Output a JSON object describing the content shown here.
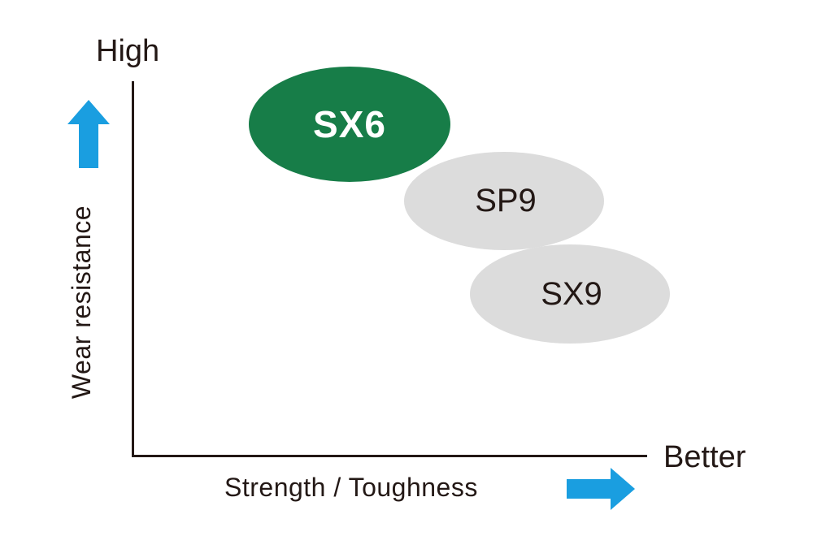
{
  "y_axis": {
    "top_label": "High",
    "title": "Wear resistance"
  },
  "x_axis": {
    "end_label": "Better",
    "title": "Strength / Toughness"
  },
  "grades": [
    {
      "name": "SX6",
      "color": "#177d48",
      "text_color": "#ffffff"
    },
    {
      "name": "SP9",
      "color": "#dcdcdc",
      "text_color": "#231815"
    },
    {
      "name": "SX9",
      "color": "#dcdcdc",
      "text_color": "#231815"
    }
  ],
  "arrow_color": "#1a9ee0",
  "axis_color": "#231815"
}
